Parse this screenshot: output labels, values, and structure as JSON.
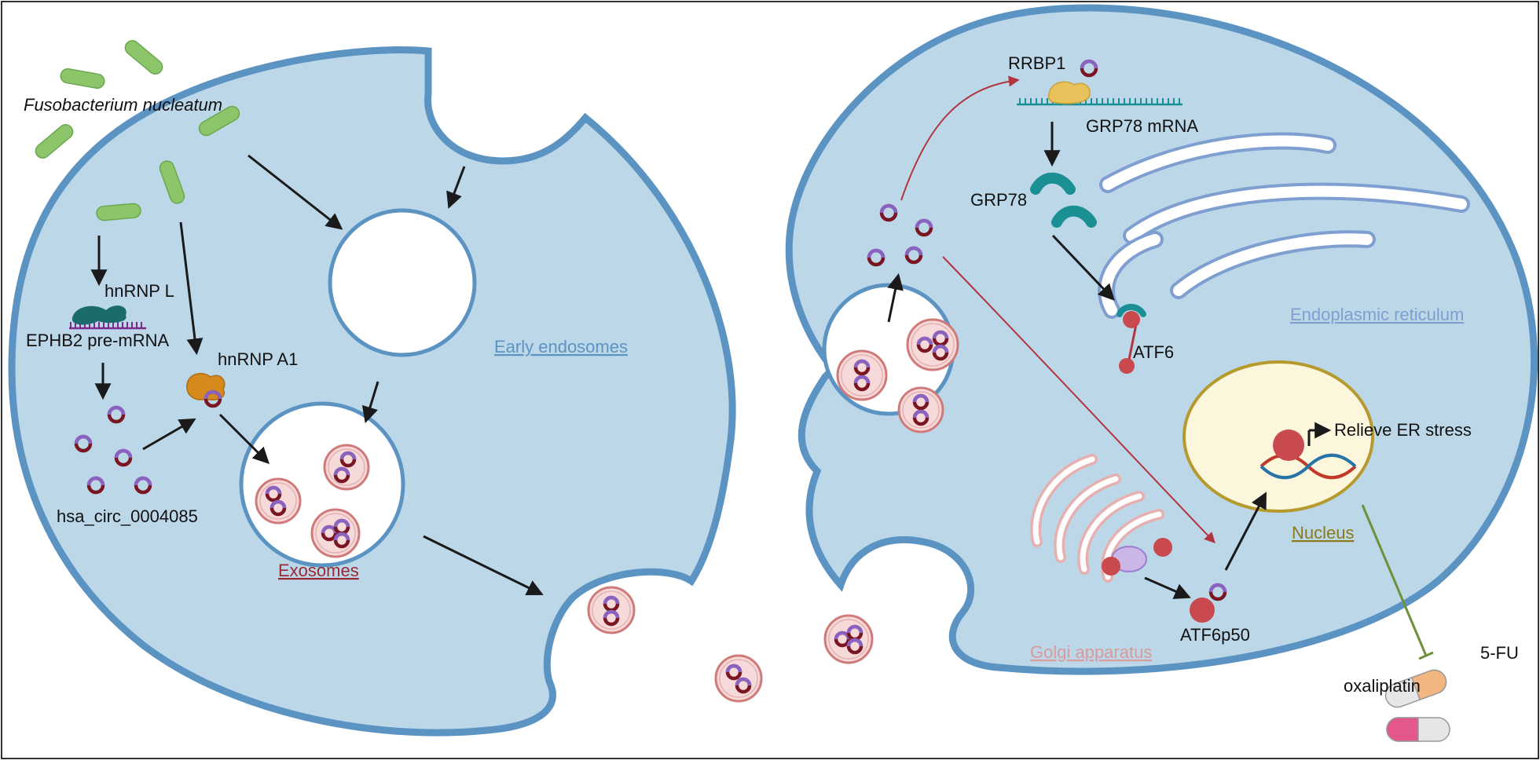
{
  "figure": {
    "labels": {
      "bacterium": "Fusobacterium nucleatum",
      "hnrnp_l": "hnRNP L",
      "ephb2": "EPHB2 pre-mRNA",
      "hnrnp_a1": "hnRNP A1",
      "circ": "hsa_circ_0004085",
      "early_endosomes": "Early endosomes",
      "exosomes": "Exosomes",
      "rrbp1": "RRBP1",
      "grp78_mrna": "GRP78 mRNA",
      "grp78": "GRP78",
      "atf6": "ATF6",
      "er": "Endoplasmic reticulum",
      "relieve": "Relieve ER stress",
      "nucleus": "Nucleus",
      "golgi": "Golgi apparatus",
      "atf6p50": "ATF6p50",
      "fu": "5-FU",
      "oxaliplatin": "oxaliplatin"
    },
    "colors": {
      "cell_fill": "#bcd8e8",
      "cell_border": "#5b93c3",
      "circ_dark": "#7a1622",
      "circ_purple": "#8a63c2",
      "exosome_fill": "#f6d9d9",
      "exosome_border": "#d07a7a",
      "arrow": "#1a1a1a",
      "red_arrow": "#b2343f",
      "label_blue": "#5b93c3",
      "label_red": "#9a2a32",
      "label_er": "#7e9fd0",
      "label_nucleus": "#8b7a1a",
      "label_golgi": "#d89a9a",
      "bacteria": "#8cc56a",
      "teal": "#1a8f94",
      "inhibit": "#6f8f3a"
    }
  }
}
